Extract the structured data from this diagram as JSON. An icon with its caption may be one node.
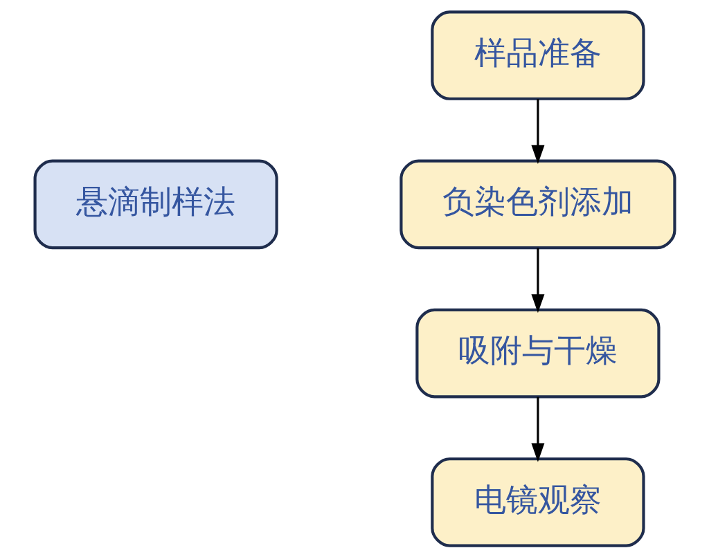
{
  "diagram": {
    "nodes": [
      {
        "text": [
          "悬滴制样法"
        ]
      },
      {
        "text": [
          "样品准备"
        ]
      },
      {
        "text": [
          "负染色剂添加"
        ]
      },
      {
        "text": [
          "吸附与干燥"
        ]
      },
      {
        "text": [
          "电镜观察"
        ]
      }
    ],
    "edges": [
      {
        "from": 1,
        "to": 2,
        "arrow": "to"
      },
      {
        "from": 2,
        "to": 3,
        "arrow": "to"
      },
      {
        "from": 3,
        "to": 4,
        "arrow": "to"
      }
    ]
  }
}
